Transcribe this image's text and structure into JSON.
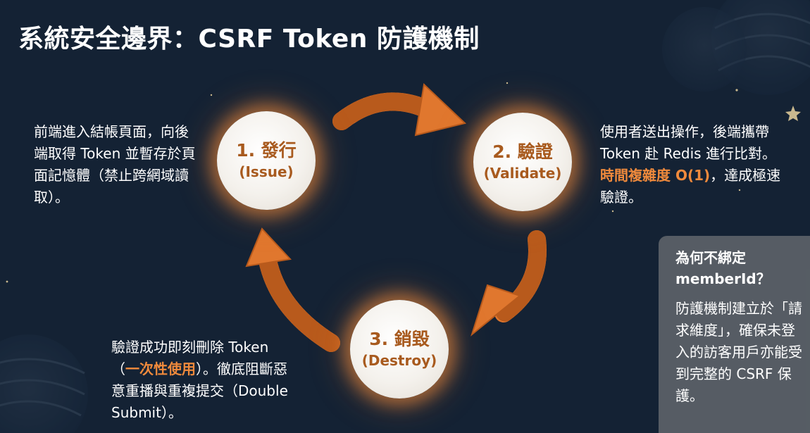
{
  "title": "系統安全邊界：CSRF Token 防護機制",
  "steps": [
    {
      "label": "1. 發行",
      "en": "(Issue)"
    },
    {
      "label": "2. 驗證",
      "en": "(Validate)"
    },
    {
      "label": "3. 銷毀",
      "en": "(Destroy)"
    }
  ],
  "issue_desc": "前端進入結帳頁面，向後端取得 Token 並暫存於頁面記憶體（禁止跨網域讀取）。",
  "validate_desc": {
    "text_a": "使用者送出操作，後端攜帶 Token 赴 Redis 進行比對。",
    "highlight": "時間複雜度 O(1)",
    "text_b": "，達成極速驗證。"
  },
  "destroy_desc": {
    "text_a": "驗證成功即刻刪除 Token（",
    "highlight": "一次性使用",
    "text_b": "）。徹底阻斷惡意重播與重複提交（Double Submit）。"
  },
  "side_panel": {
    "title": "為何不綁定 memberId？",
    "body": "防護機制建立於「請求維度」，確保未登入的訪客用戶亦能受到完整的 CSRF 保護。"
  },
  "colors": {
    "background": "#142234",
    "accent": "#f08a3c",
    "arrow": "#e0772e",
    "node_text": "#a85a1e",
    "panel": "#5c6268"
  }
}
